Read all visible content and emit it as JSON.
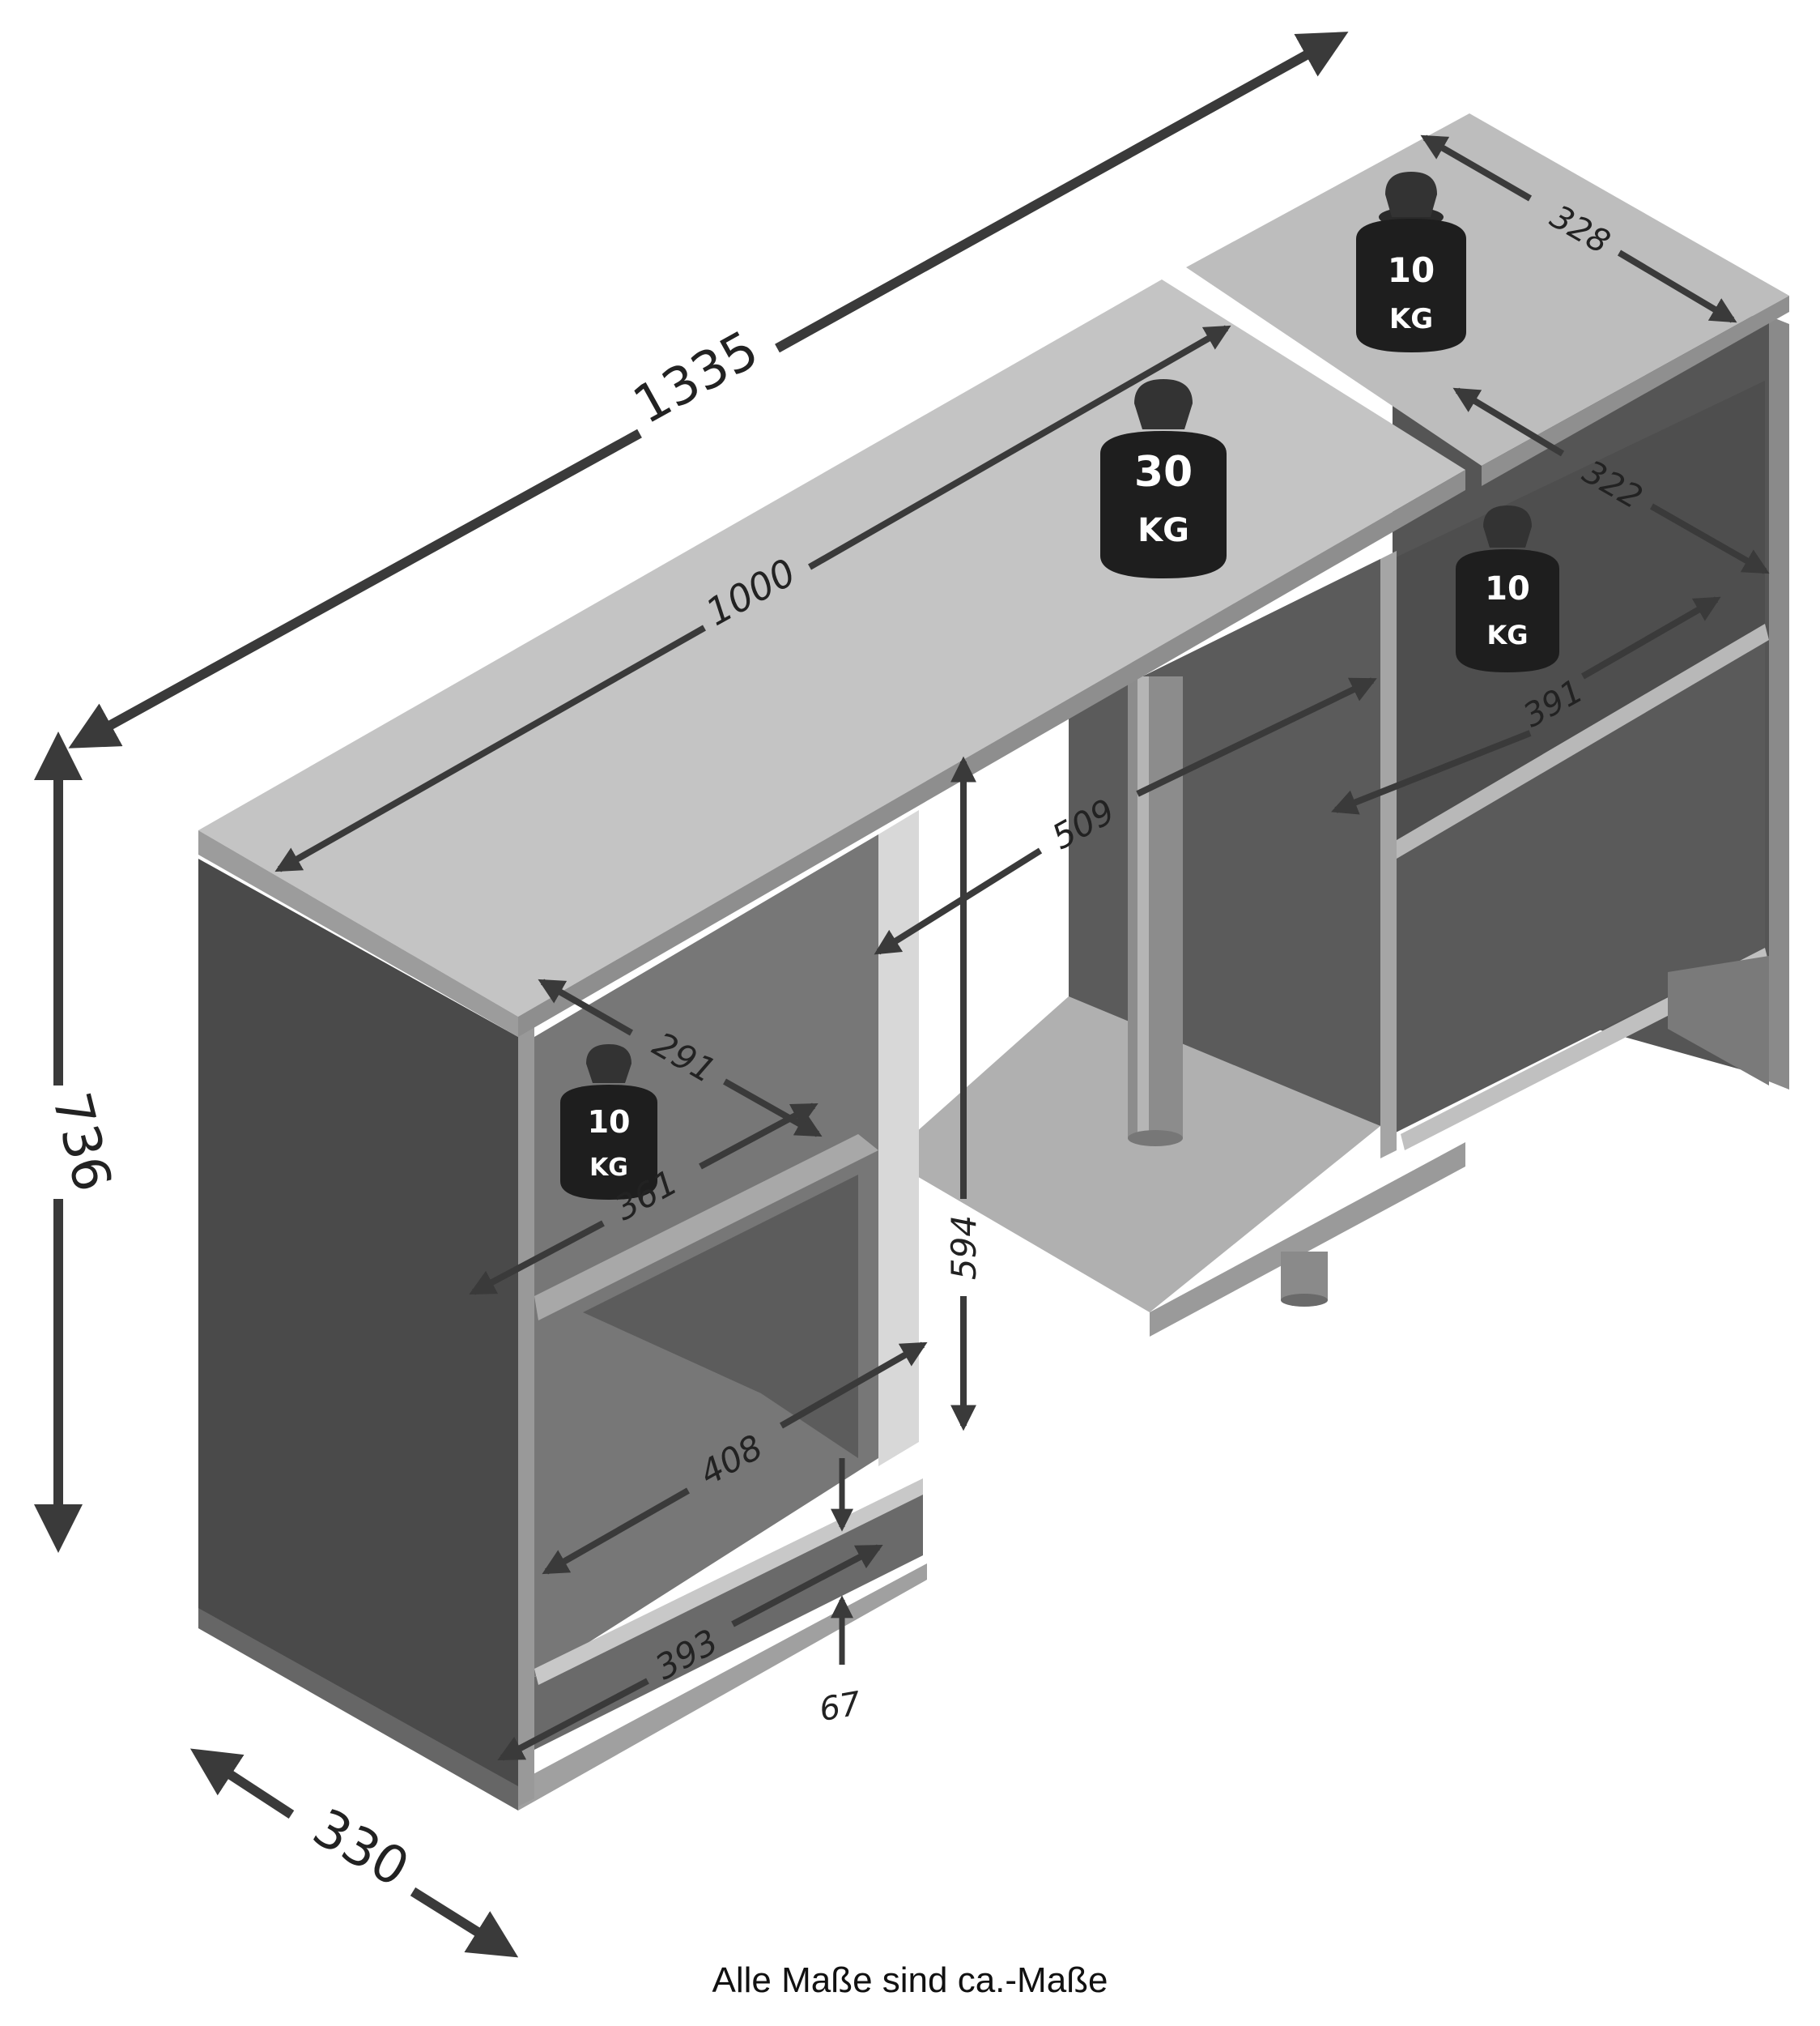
{
  "dimensions": {
    "total_width": "1335",
    "height": "736",
    "depth": "330",
    "top_shelf_width": "1000",
    "right_top_depth": "328",
    "right_inner_depth": "322",
    "right_shelf_width": "391",
    "middle_width": "509",
    "left_shelf_depth": "291",
    "left_shelf_width": "361",
    "left_bottom_width": "408",
    "middle_height": "594",
    "plinth_width": "393",
    "plinth_height": "67"
  },
  "weights": {
    "top_middle": {
      "value": "30",
      "unit": "KG"
    },
    "top_right": {
      "value": "10",
      "unit": "KG"
    },
    "right_shelf": {
      "value": "10",
      "unit": "KG"
    },
    "left_shelf": {
      "value": "10",
      "unit": "KG"
    }
  },
  "caption": "Alle Maße sind ca.-Maße",
  "colors": {
    "panel_dark": "#4a4a4a",
    "panel_mid": "#6b6b6b",
    "panel_light": "#b5b5b5",
    "arrow": "#3a3a3a",
    "weight": "#1e1e1e"
  }
}
